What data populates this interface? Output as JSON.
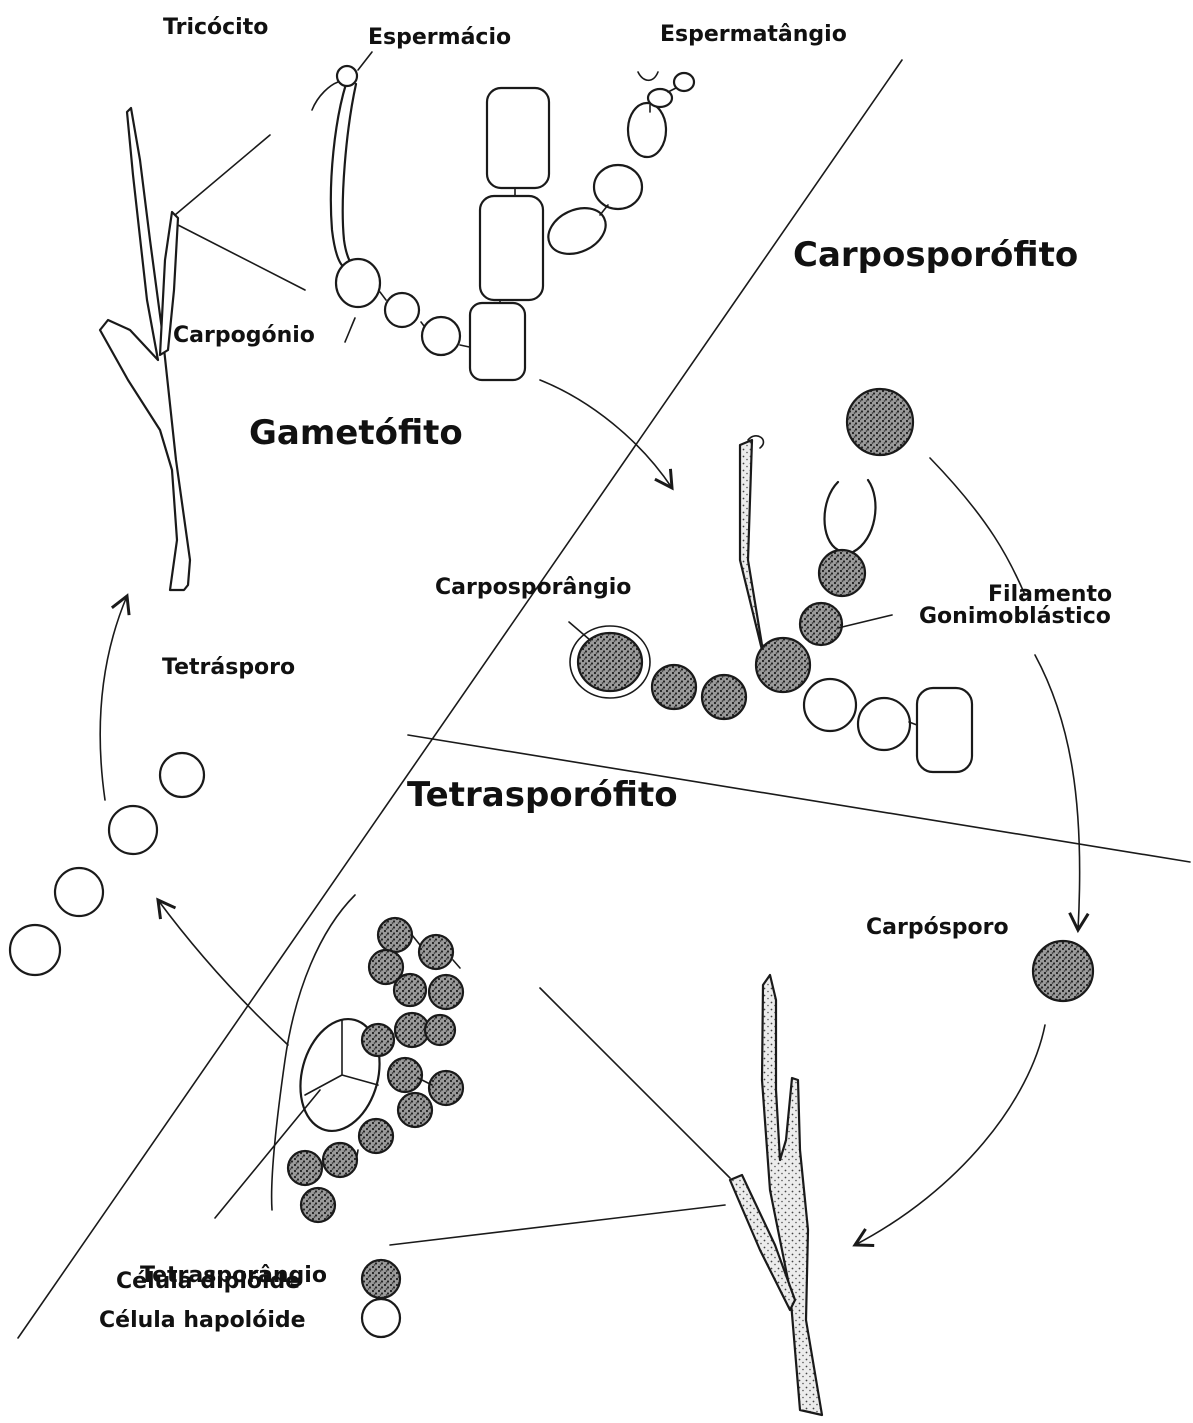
{
  "labels": {
    "tricocito": "Tricócito",
    "espermacio": "Espermácio",
    "espermatangio": "Espermatângio",
    "carposporofito": "Carposporófito",
    "carpogonio": "Carpogónio",
    "gametofito": "Gametófito",
    "carposporangio": "Carposporângio",
    "filamento": "Filamento",
    "gonimoblastico": "Gonimoblástico",
    "tetrasporo": "Tetrásporo",
    "tetrasporofito": "Tetrasporófito",
    "carposporo": "Carpósporo",
    "tetrasporangio": "Tetrasporângio"
  },
  "legend": {
    "diploid_label": "Célula diplóide",
    "haploid_label": "Célula hapolóide"
  },
  "colors": {
    "ink": "#1a1a1a",
    "background": "#ffffff",
    "stipple": "#3a3a3a"
  }
}
